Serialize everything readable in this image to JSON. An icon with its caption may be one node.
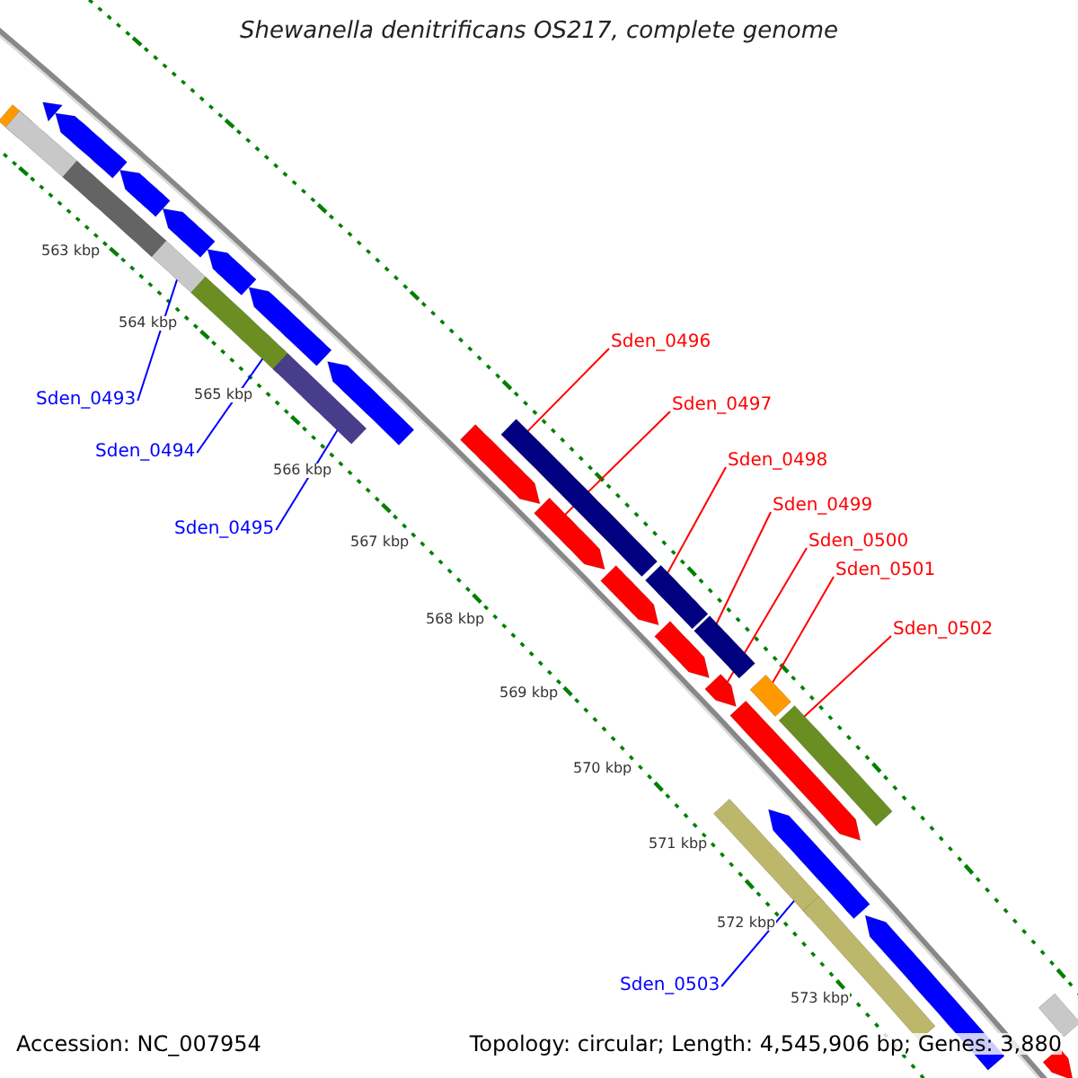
{
  "diagram": {
    "title": "Shewanella denitrificans OS217, complete genome",
    "nodes": [
      {
        "text": [
          "Sden_0493"
        ]
      },
      {
        "text": [
          "Sden_0494"
        ]
      },
      {
        "text": [
          "Sden_0495"
        ]
      },
      {
        "text": [
          "Sden_0496"
        ]
      },
      {
        "text": [
          "Sden_0497"
        ]
      },
      {
        "text": [
          "Sden_0498"
        ]
      },
      {
        "text": [
          "Sden_0499"
        ]
      },
      {
        "text": [
          "Sden_0500"
        ]
      },
      {
        "text": [
          "Sden_0501"
        ]
      },
      {
        "text": [
          "Sden_0502"
        ]
      },
      {
        "text": [
          "Sden_0503"
        ]
      },
      {
        "text": [],
        "shape": "bar"
      },
      {
        "text": [],
        "shape": "bar"
      },
      {
        "text": [],
        "shape": "bar"
      },
      {
        "text": [],
        "shape": "bar"
      },
      {
        "text": [],
        "shape": "arrow"
      },
      {
        "text": [],
        "shape": "bar"
      },
      {
        "text": [],
        "shape": "bar"
      },
      {
        "text": [],
        "shape": "arrow"
      },
      {
        "text": [],
        "shape": "bar"
      },
      {
        "text": [],
        "shape": "bar"
      },
      {
        "text": [],
        "shape": "bar"
      },
      {
        "text": [],
        "shape": "bar"
      },
      {
        "text": [],
        "shape": "bar"
      },
      {
        "text": [],
        "shape": "bar"
      },
      {
        "text": [],
        "shape": "bar"
      },
      {
        "text": [],
        "shape": "arrow"
      },
      {
        "text": [],
        "shape": "arrow"
      },
      {
        "text": [],
        "shape": "arrow"
      },
      {
        "text": [],
        "shape": "arrow"
      },
      {
        "text": [],
        "shape": "arrow"
      },
      {
        "text": [],
        "shape": "arrow"
      },
      {
        "text": [],
        "shape": "arrow"
      },
      {
        "text": [],
        "shape": "arrow"
      },
      {
        "text": [],
        "shape": "arrow"
      },
      {
        "text": [],
        "shape": "arrow"
      },
      {
        "text": [],
        "shape": "arrow"
      },
      {
        "text": [],
        "shape": "arrow"
      },
      {
        "text": [],
        "shape": "arrow"
      },
      {
        "text": [],
        "shape": "arrow"
      },
      {
        "text": [],
        "shape": "bar"
      }
    ],
    "edges": [
      {
        "from": 0,
        "to": 11,
        "arrow": "none",
        "color": "#0000ff"
      },
      {
        "from": 1,
        "to": 12,
        "arrow": "none",
        "color": "#0000ff"
      },
      {
        "from": 2,
        "to": 13,
        "arrow": "none",
        "color": "#0000ff"
      },
      {
        "from": 3,
        "to": 14,
        "arrow": "none"
      },
      {
        "from": 4,
        "to": 15,
        "arrow": "none"
      },
      {
        "from": 5,
        "to": 16,
        "arrow": "none"
      },
      {
        "from": 6,
        "to": 17,
        "arrow": "none"
      },
      {
        "from": 7,
        "to": 18,
        "arrow": "none"
      },
      {
        "from": 8,
        "to": 19,
        "arrow": "none"
      },
      {
        "from": 9,
        "to": 20,
        "arrow": "none"
      },
      {
        "from": 10,
        "to": 21,
        "arrow": "none",
        "color": "#0000ff"
      }
    ],
    "labels": [
      "563 kbp",
      "564 kbp",
      "565 kbp",
      "566 kbp",
      "567 kbp",
      "568 kbp",
      "569 kbp",
      "570 kbp",
      "571 kbp",
      "572 kbp",
      "573 kbp",
      "Accession: NC_007954",
      "Topology: circular; Length: 4,545,906 bp; Genes: 3,880"
    ]
  }
}
